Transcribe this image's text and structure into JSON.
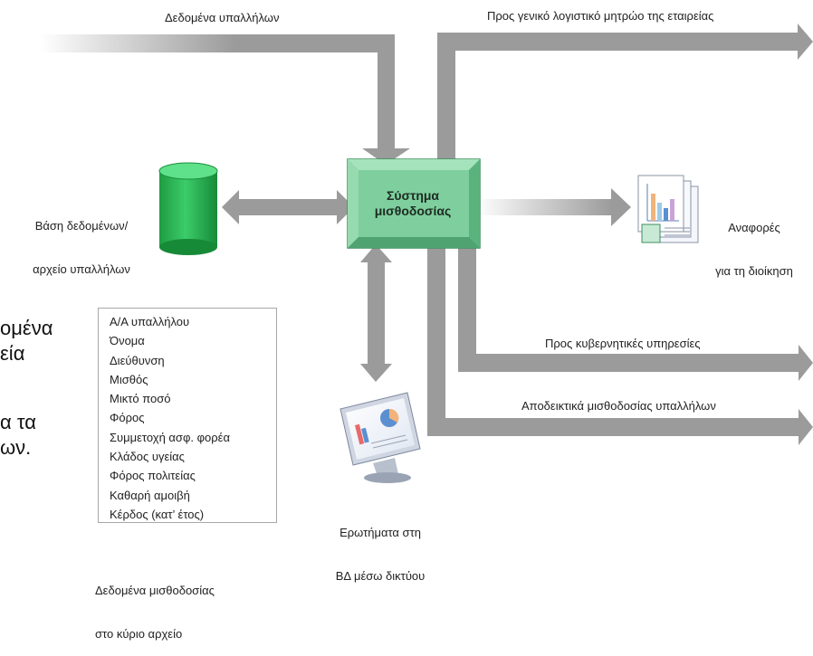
{
  "labels": {
    "employee_data": "Δεδομένα υπαλλήλων",
    "general_ledger": "Προς γενικό λογιστικό μητρώο της εταιρείας",
    "database_line1": "Βάση δεδομένων/",
    "database_line2": "αρχείο υπαλλήλων",
    "system_line1": "Σύστημα",
    "system_line2": "μισθοδοσίας",
    "reports_line1": "Αναφορές",
    "reports_line2": "για τη διοίκηση",
    "government": "Προς κυβερνητικές υπηρεσίες",
    "paychecks": "Αποδεικτικά μισθοδοσίας υπαλλήλων",
    "queries_line1": "Ερωτήματα στη",
    "queries_line2": "ΒΔ μέσω δικτύου",
    "payroll_file_line1": "Δεδομένα μισθοδοσίας",
    "payroll_file_line2": "στο κύριο αρχείο"
  },
  "fields": [
    "Α/Α υπαλλήλου",
    "Όνομα",
    "Διεύθυνση",
    "Μισθός",
    "Μικτό ποσό",
    "Φόρος",
    "Συμμετοχή ασφ. φορέα",
    "Κλάδος υγείας",
    "Φόρος πολιτείας",
    "Καθαρή αμοιβή",
    "Κέρδος (κατ’ έτος)"
  ],
  "side_text_fragments": [
    "ομένα",
    "εία",
    "α τα",
    "ων."
  ],
  "icons": [
    "database-icon",
    "reports-icon",
    "monitor-icon"
  ],
  "colors": {
    "arrow_gray": "#9b9b9b",
    "system_box_green": "#7ecf9d",
    "system_box_border": "#3e8f5d",
    "database_green": "#22b24c"
  }
}
